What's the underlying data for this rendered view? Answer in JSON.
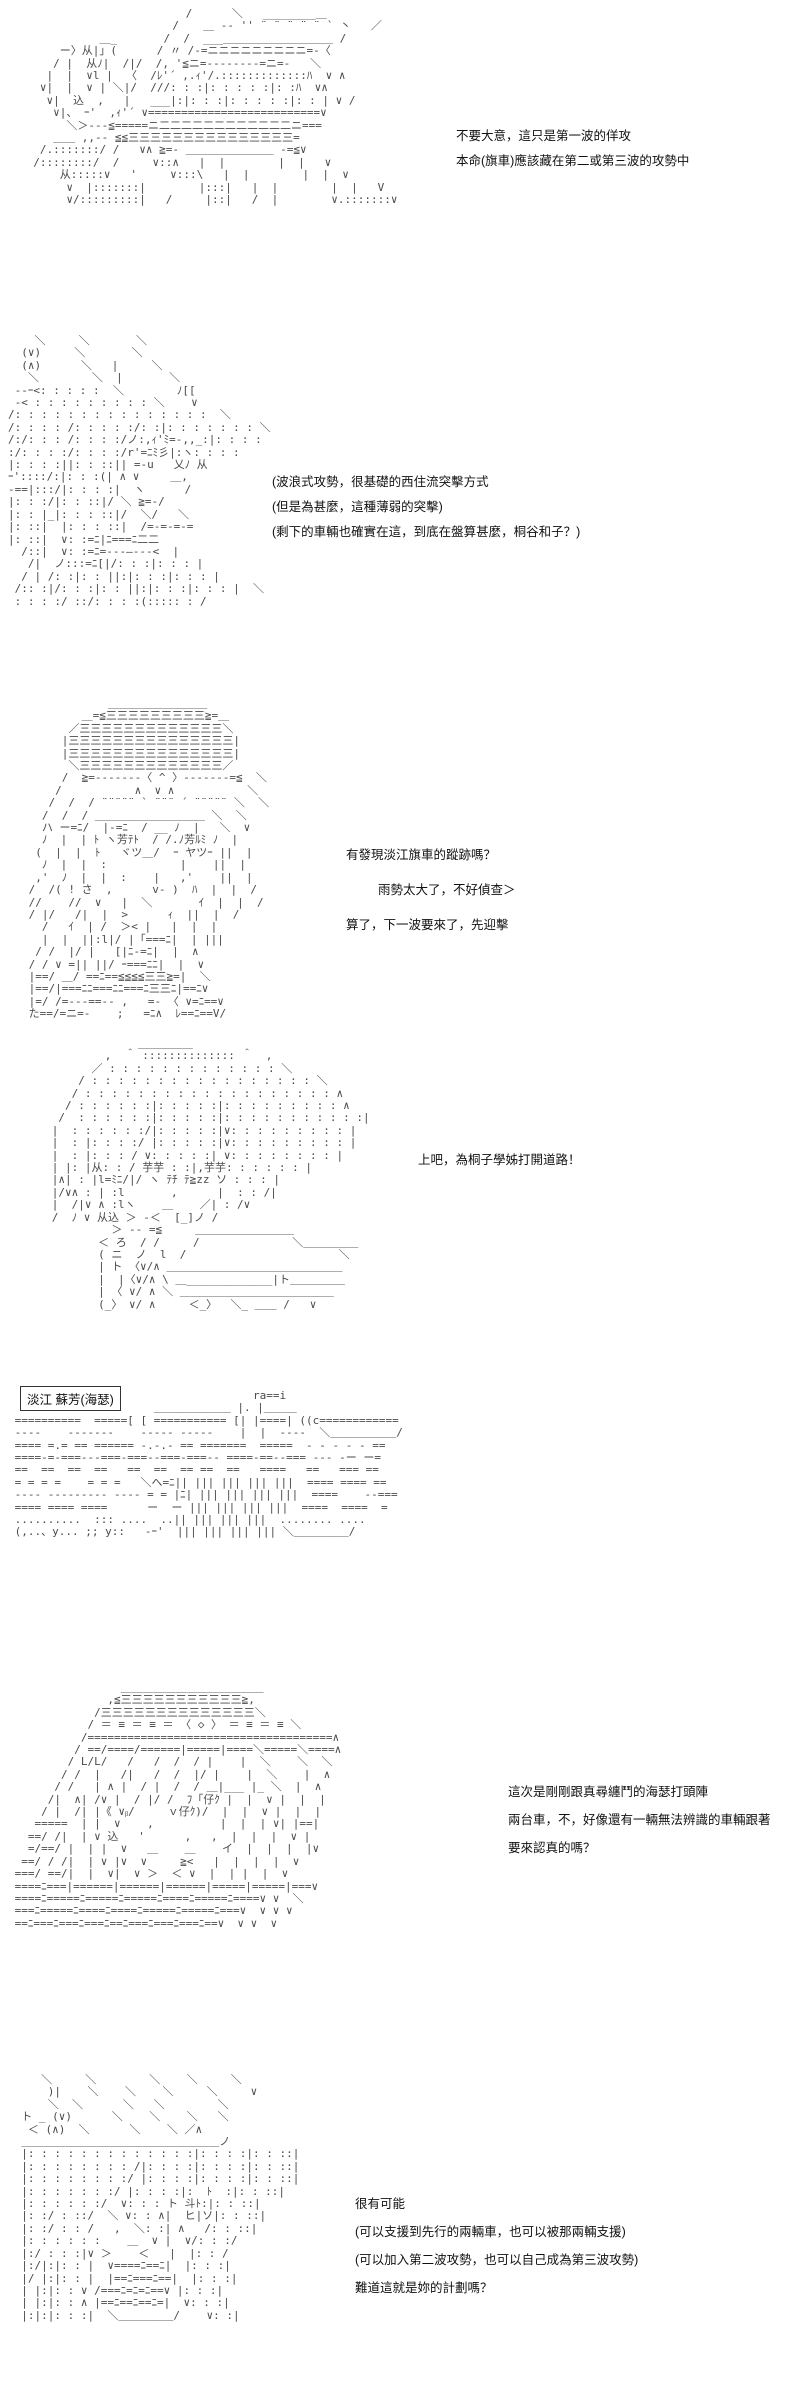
{
  "panels": [
    {
      "lines": [
        "不要大意，這只是第一波的佯攻",
        "本命(旗車)應該藏在第二或第三波的攻勢中"
      ]
    },
    {
      "lines": [
        "(波浪式攻勢，很基礎的西住流突擊方式",
        "(但是為甚麼，這種薄弱的突擊)",
        "(剩下的車輛也確實在這，到底在盤算甚麼，桐谷和子？)"
      ]
    },
    {
      "lines": [
        "有發現淡江旗車的蹤跡嗎？",
        "雨勢太大了，不好偵查＞",
        "算了，下一波要來了，先迎擊"
      ]
    },
    {
      "lines": [
        "上吧，為桐子學姊打開道路！"
      ]
    },
    {
      "nameplate": "淡江 蘇芳(海瑟)"
    },
    {
      "lines": [
        "這次是剛剛跟真尋纏鬥的海瑟打頭陣",
        "兩台車，不，好像還有一輛無法辨識的車輛跟著",
        "要來認真的嗎？"
      ]
    },
    {
      "lines": [
        "很有可能",
        "(可以支援到先行的兩輛車，也可以被那兩輛支援)",
        "(可以加入第二波攻勢，也可以自己成為第三波攻勢)",
        "難道這就是妳的計劃嗎？"
      ]
    }
  ]
}
